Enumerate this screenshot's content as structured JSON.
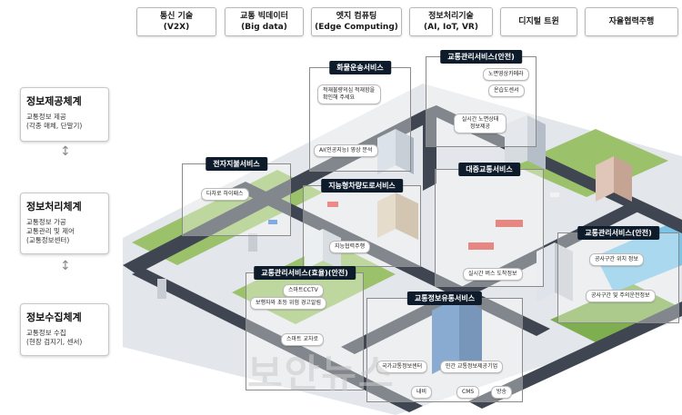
{
  "tech": [
    {
      "line1": "통신 기술",
      "line2": "(V2X)"
    },
    {
      "line1": "교통 빅데이터",
      "line2": "(Big data)"
    },
    {
      "line1": "엣지 컴퓨팅",
      "line2": "(Edge Computing)"
    },
    {
      "line1": "정보처리기술",
      "line2": "(AI, IoT, VR)"
    },
    {
      "line1": "디지털 트윈",
      "line2": ""
    },
    {
      "line1": "자율협력주행",
      "line2": ""
    }
  ],
  "systems": {
    "provide": {
      "title": "정보제공체계",
      "desc1": "교통정보 제공",
      "desc2": "(각종 매체, 단말기)"
    },
    "process": {
      "title": "정보처리체계",
      "desc1": "교통정보 가공",
      "desc2": "교통관리 및 제어",
      "desc3": "(교통정보센터)"
    },
    "collect": {
      "title": "정보수집체계",
      "desc1": "교통정보 수집",
      "desc2": "(현장 검지기, 센서)"
    }
  },
  "services": {
    "freight": {
      "title": "화물운송서비스",
      "label1": "적재불량의심 적재함을 확인해 주세요",
      "label2": "AI(인공지능) 영상 분석"
    },
    "traffic_mgmt_safe_top": {
      "title": "교통관리서비스(안전)",
      "label1": "노면영상카메라",
      "label2": "온습도센서",
      "label3": "실시간 노면상태 정보제공"
    },
    "toll": {
      "title": "전자지불서비스",
      "label1": "다차로 하이패스"
    },
    "its_road": {
      "title": "지능형차량도로서비스",
      "label1": "지능협력주행"
    },
    "public_transit": {
      "title": "대중교통서비스",
      "label1": "실시간 버스 도착정보"
    },
    "traffic_mgmt_safe_right": {
      "title": "교통관리서비스(안전)",
      "label1": "공사구간 위치 정보",
      "label2": "공사구간 및 주의운전정보"
    },
    "traffic_mgmt_eff": {
      "title": "교통관리서비스(효율)(안전)",
      "label1": "스마트CCTV",
      "label2": "보행자와 초등 위험 경고알림",
      "label3": "스마트 교차로"
    },
    "info_dist": {
      "title": "교통정보유통서비스",
      "label1": "국가교통정보센터",
      "label2": "민간 교통정보제공기업",
      "label3": "내비",
      "label4": "CMS",
      "label5": "방송"
    }
  },
  "watermark": "보안뉴스",
  "colors": {
    "road": "#3f4651",
    "grass": "#9bc26b",
    "grass_dark": "#7eae4f",
    "ground": "#e3e6ea",
    "water": "#7cc3e6",
    "header": "#0d1b2a"
  }
}
